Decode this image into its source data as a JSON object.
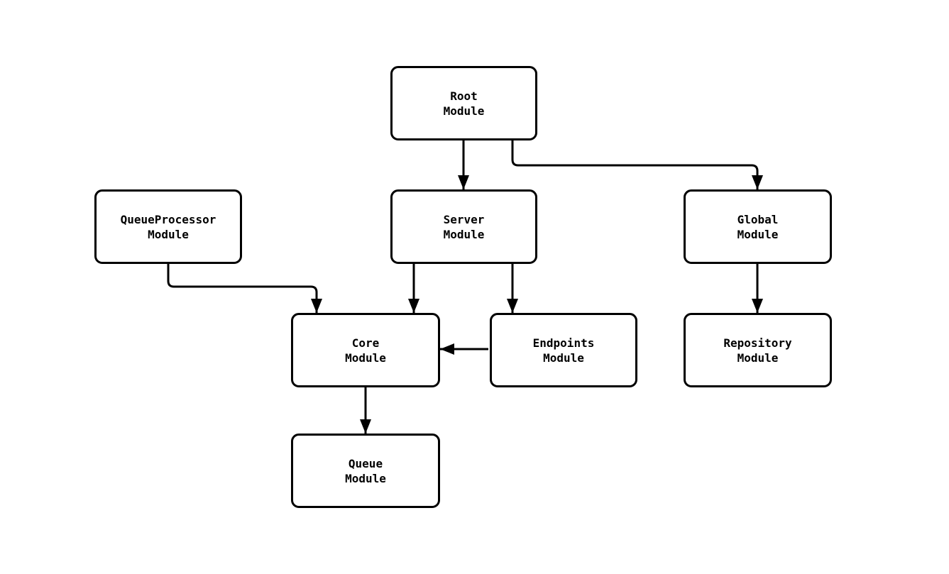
{
  "diagram": {
    "type": "flowchart",
    "background": "#ffffff",
    "node_style": {
      "fill": "#ffffff",
      "border_color": "#000000",
      "text_color": "#000000"
    },
    "edge_color": "#000000",
    "nodes": [
      {
        "id": "root",
        "label": "Root\nModule"
      },
      {
        "id": "queueprocessor",
        "label": "QueueProcessor\nModule"
      },
      {
        "id": "server",
        "label": "Server\nModule"
      },
      {
        "id": "global",
        "label": "Global\nModule"
      },
      {
        "id": "core",
        "label": "Core\nModule"
      },
      {
        "id": "endpoints",
        "label": "Endpoints\nModule"
      },
      {
        "id": "repository",
        "label": "Repository\nModule"
      },
      {
        "id": "queue",
        "label": "Queue\nModule"
      }
    ],
    "edges": [
      {
        "from": "root",
        "to": "server"
      },
      {
        "from": "root",
        "to": "global"
      },
      {
        "from": "queueprocessor",
        "to": "core"
      },
      {
        "from": "server",
        "to": "core"
      },
      {
        "from": "server",
        "to": "endpoints"
      },
      {
        "from": "endpoints",
        "to": "core"
      },
      {
        "from": "global",
        "to": "repository"
      },
      {
        "from": "core",
        "to": "queue"
      }
    ]
  }
}
